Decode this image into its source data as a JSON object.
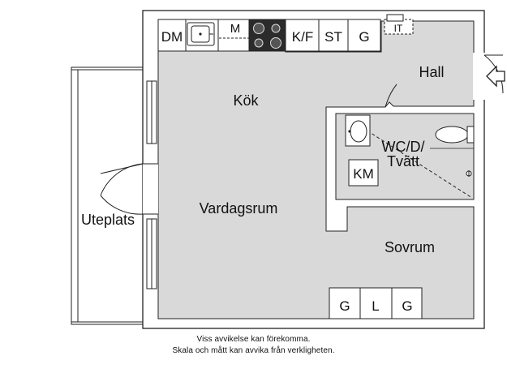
{
  "rooms": {
    "kitchen": "Kök",
    "living": "Vardagsrum",
    "hall": "Hall",
    "bath_line1": "WC/D/",
    "bath_line2": "Tvätt",
    "bedroom": "Sovrum",
    "patio": "Uteplats"
  },
  "fixtures": {
    "dishwasher": "DM",
    "microwave": "M",
    "fridge_freezer": "K/F",
    "stove": "ST",
    "cabinet": "G",
    "it": "IT",
    "washer": "KM",
    "wardrobes": [
      "G",
      "L",
      "G"
    ]
  },
  "disclaimer": {
    "line1": "Viss avvikelse kan förekomma.",
    "line2": "Skala och mått kan avvika från verkligheten."
  },
  "colors": {
    "floor": "#d9d9d9",
    "wall": "#ffffff",
    "outline": "#222222",
    "background": "#ffffff"
  }
}
